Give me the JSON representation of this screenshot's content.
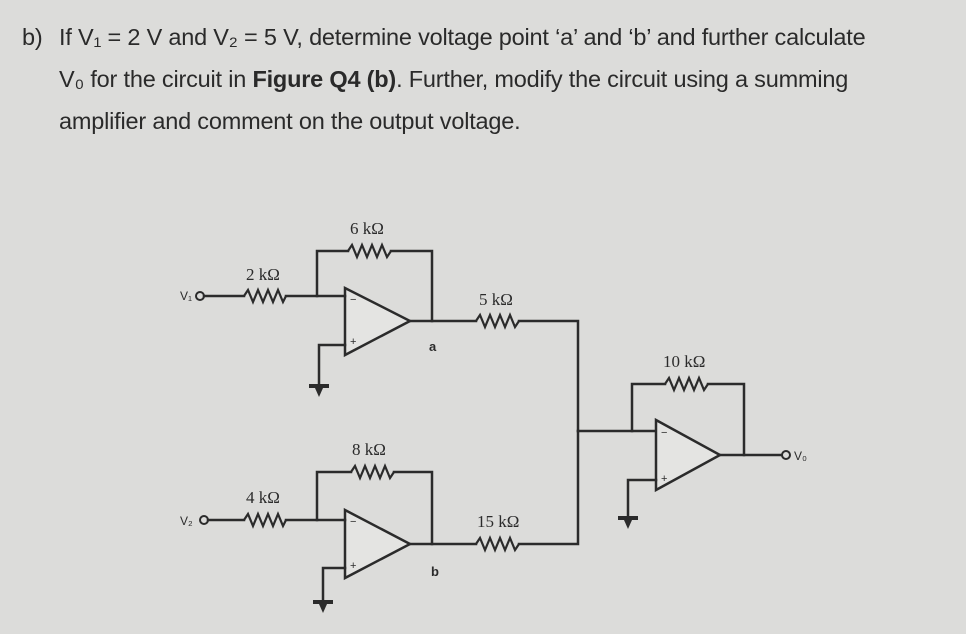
{
  "question": {
    "label": "b)",
    "line1": "If V₁ = 2 V and V₂ = 5 V, determine voltage point ‘a’ and ‘b’ and further calculate",
    "line2_pre": "V₀ for the circuit in ",
    "line2_bold": "Figure Q4 (b)",
    "line2_post": ". Further, modify the circuit using a summing",
    "line3": "amplifier and comment on the output voltage."
  },
  "circuit": {
    "inputs": [
      "V₁",
      "V₂"
    ],
    "output": "V₀",
    "nodes": [
      "a",
      "b"
    ],
    "resistors": {
      "r1": "2 kΩ",
      "r2": "6 kΩ",
      "r3": "5 kΩ",
      "r4": "4 kΩ",
      "r5": "8 kΩ",
      "r6": "15 kΩ",
      "r7": "10 kΩ"
    },
    "opamp_signs": {
      "inverting": "−",
      "noninverting": "+"
    }
  }
}
